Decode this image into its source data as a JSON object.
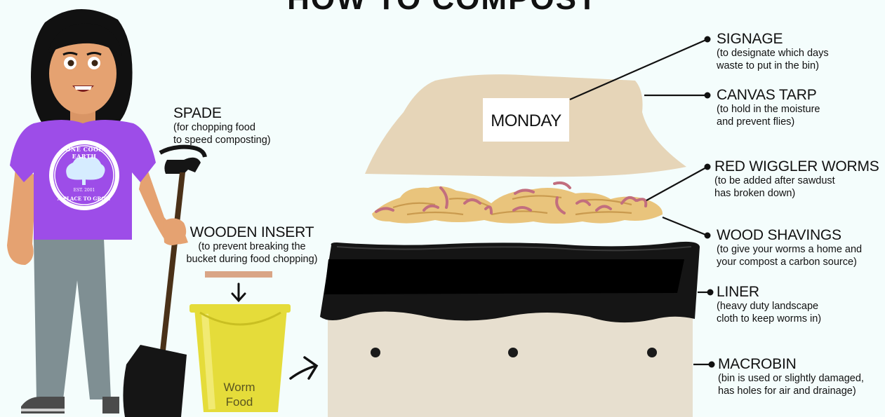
{
  "title": "HOW TO COMPOST",
  "shirt": {
    "line1": "ONE COOL EARTH",
    "line2": "EST. 2001",
    "line3": "A PLACE TO GROW"
  },
  "bucket": {
    "line1": "Worm",
    "line2": "Food"
  },
  "tarp_sign": "MONDAY",
  "labels": {
    "spade": {
      "title": "SPADE",
      "desc": "(for chopping food\nto speed composting)"
    },
    "insert": {
      "title": "WOODEN INSERT",
      "desc": "(to prevent breaking the\nbucket during food chopping)"
    },
    "signage": {
      "title": "SIGNAGE",
      "desc": "(to designate which days\nwaste to put in the bin)"
    },
    "tarp": {
      "title": "CANVAS TARP",
      "desc": "(to hold in the moisture\nand prevent flies)"
    },
    "worms": {
      "title": "RED WIGGLER WORMS",
      "desc": "(to be added after sawdust\nhas broken down)"
    },
    "shavings": {
      "title": "WOOD SHAVINGS",
      "desc": "(to give your worms a home and\nyour compost a carbon source)"
    },
    "liner": {
      "title": "LINER",
      "desc": "(heavy duty landscape\ncloth to keep worms in)"
    },
    "macrobin": {
      "title": "MACROBIN",
      "desc": "(bin is used or slightly damaged,\nhas holes for air and drainage)"
    }
  },
  "colors": {
    "background": "#f4fdfc",
    "tarp": "#e6d5b8",
    "bin": "#e7dfcf",
    "liner": "#111111",
    "shirt": "#9d4de8",
    "bucket": "#e5dc3a",
    "shavings": "#e9c47c",
    "worm": "#c26e7e",
    "skin": "#e5a271",
    "pants": "#7f8f93"
  }
}
